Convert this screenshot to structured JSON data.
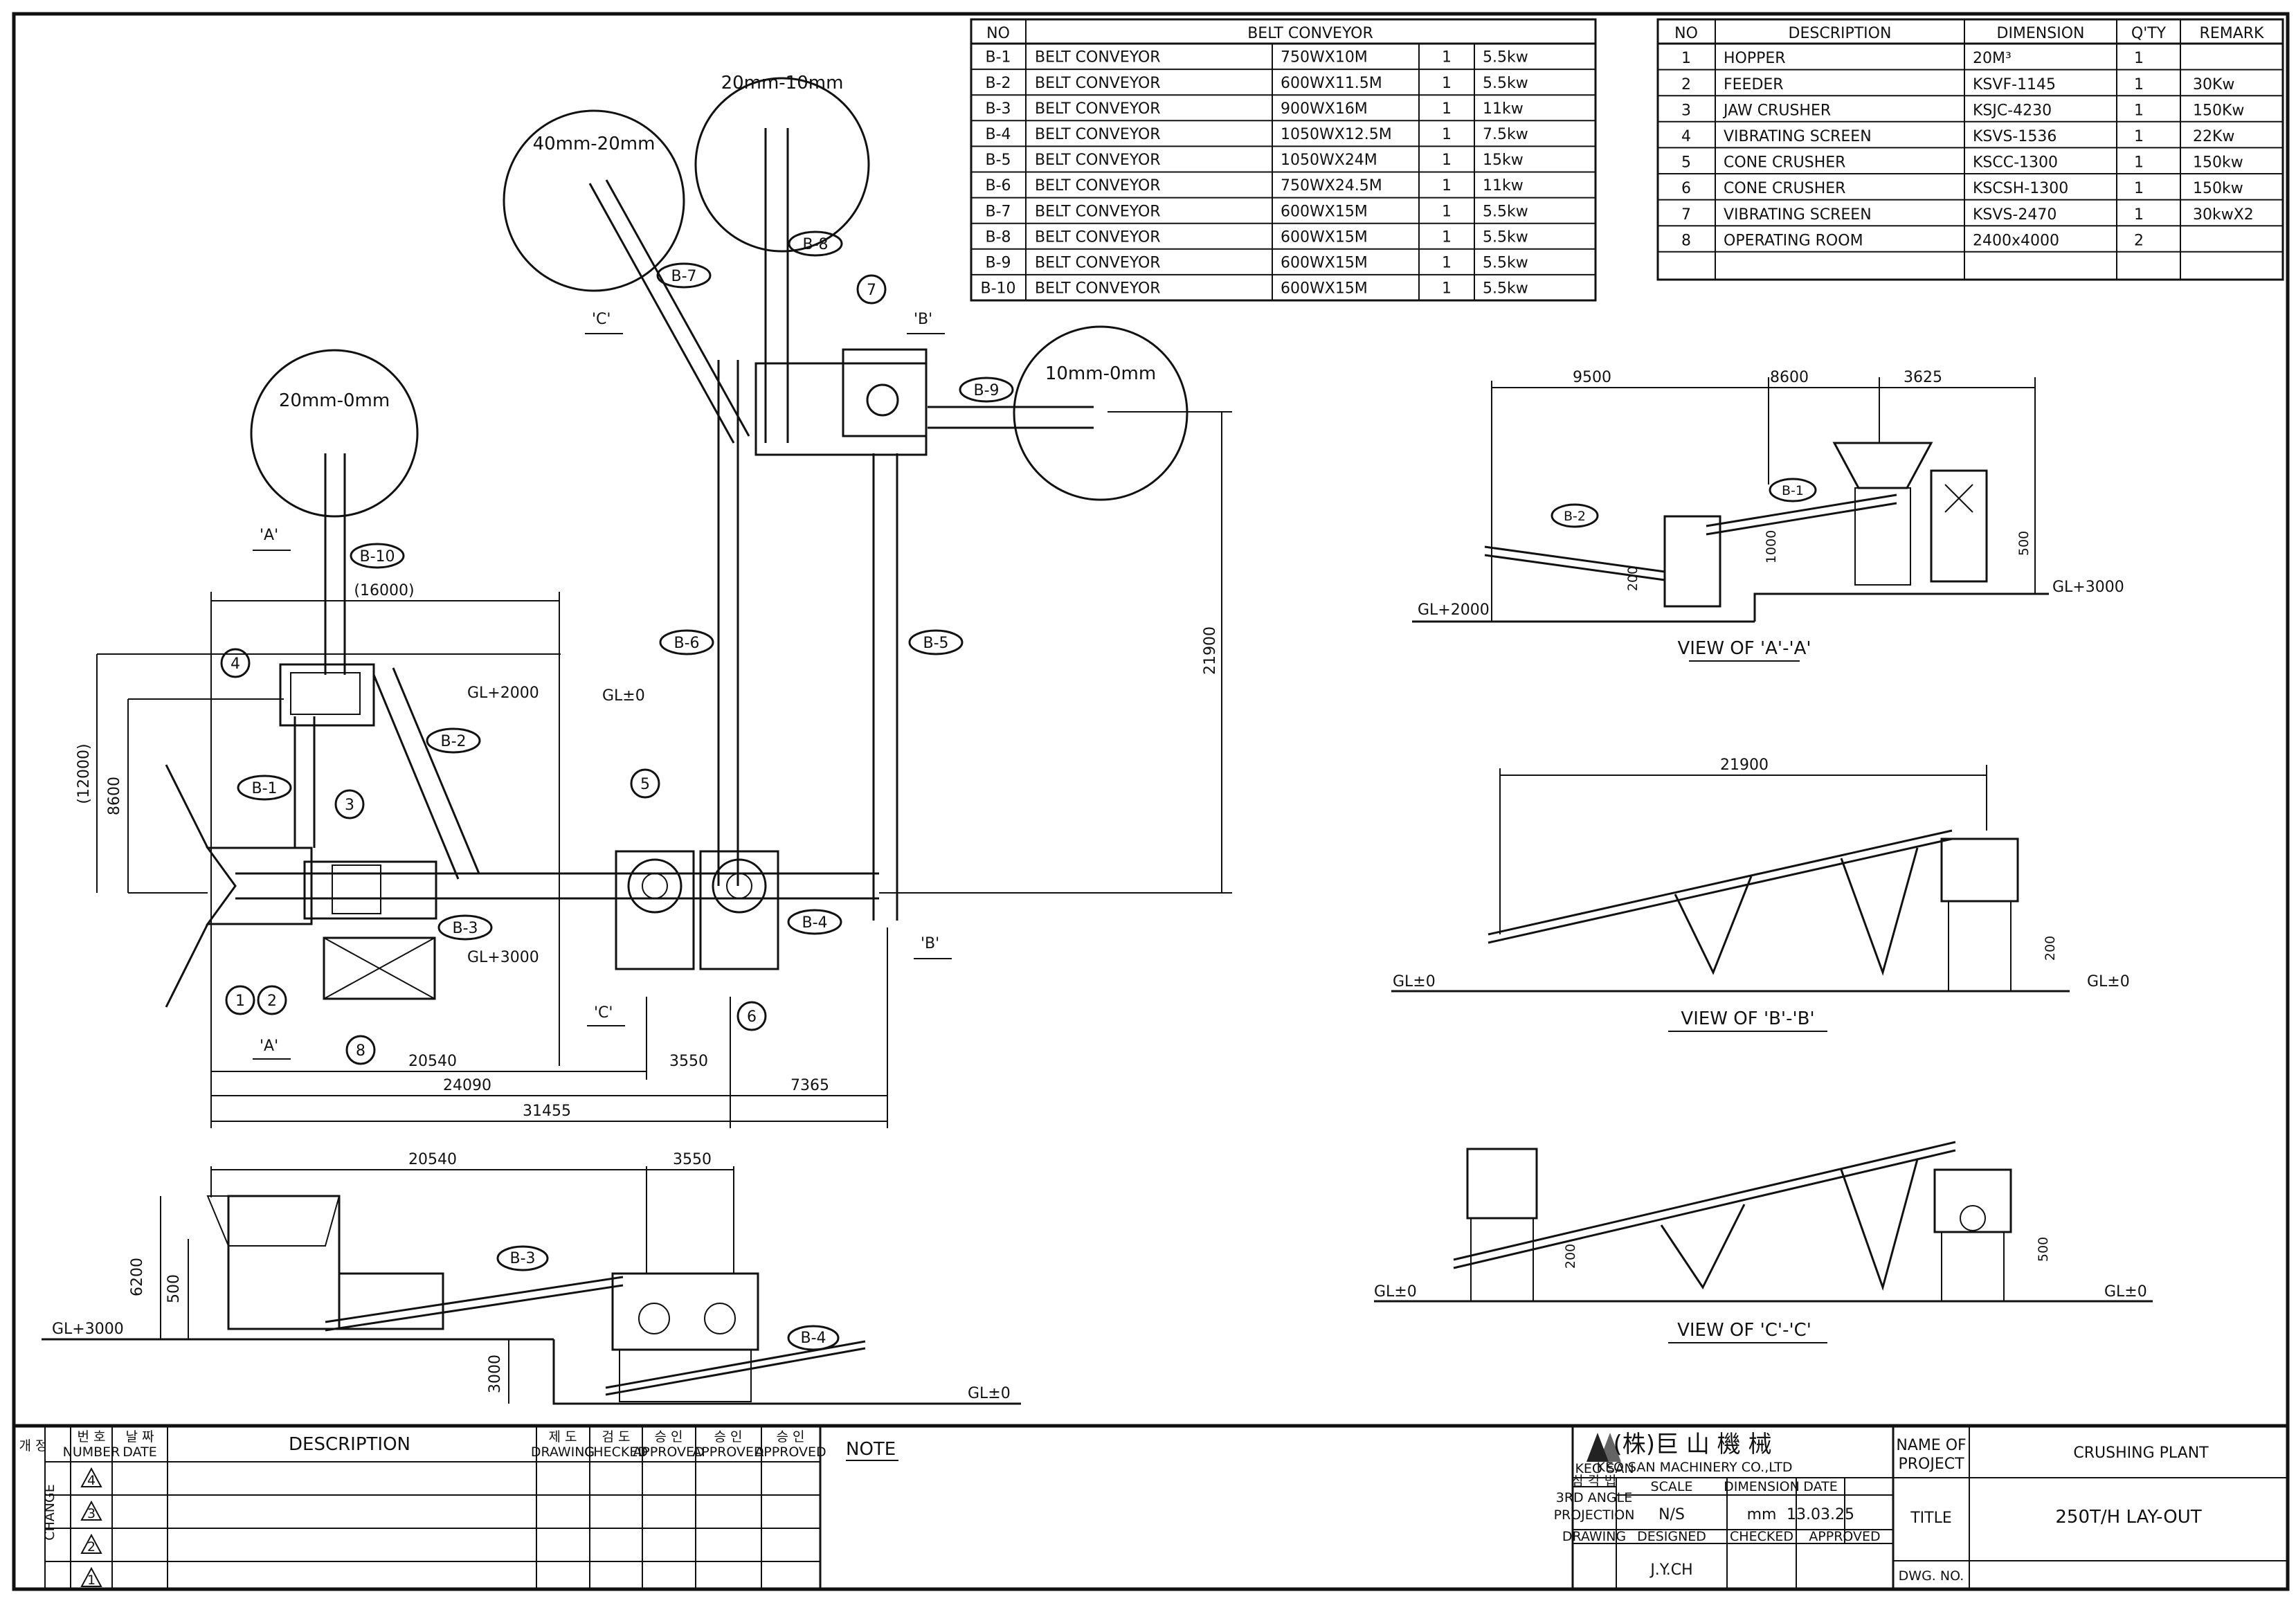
{
  "belt_table": {
    "header_no": "NO",
    "header_title": "BELT CONVEYOR",
    "rows": [
      {
        "no": "B-1",
        "desc": "BELT CONVEYOR",
        "size": "750WX10M",
        "qty": "1",
        "power": "5.5kw"
      },
      {
        "no": "B-2",
        "desc": "BELT CONVEYOR",
        "size": "600WX11.5M",
        "qty": "1",
        "power": "5.5kw"
      },
      {
        "no": "B-3",
        "desc": "BELT CONVEYOR",
        "size": "900WX16M",
        "qty": "1",
        "power": "11kw"
      },
      {
        "no": "B-4",
        "desc": "BELT CONVEYOR",
        "size": "1050WX12.5M",
        "qty": "1",
        "power": "7.5kw"
      },
      {
        "no": "B-5",
        "desc": "BELT CONVEYOR",
        "size": "1050WX24M",
        "qty": "1",
        "power": "15kw"
      },
      {
        "no": "B-6",
        "desc": "BELT CONVEYOR",
        "size": "750WX24.5M",
        "qty": "1",
        "power": "11kw"
      },
      {
        "no": "B-7",
        "desc": "BELT CONVEYOR",
        "size": "600WX15M",
        "qty": "1",
        "power": "5.5kw"
      },
      {
        "no": "B-8",
        "desc": "BELT CONVEYOR",
        "size": "600WX15M",
        "qty": "1",
        "power": "5.5kw"
      },
      {
        "no": "B-9",
        "desc": "BELT CONVEYOR",
        "size": "600WX15M",
        "qty": "1",
        "power": "5.5kw"
      },
      {
        "no": "B-10",
        "desc": "BELT CONVEYOR",
        "size": "600WX15M",
        "qty": "1",
        "power": "5.5kw"
      }
    ]
  },
  "equipment_table": {
    "headers": {
      "no": "NO",
      "desc": "DESCRIPTION",
      "dim": "DIMENSION",
      "qty": "Q'TY",
      "remark": "REMARK"
    },
    "rows": [
      {
        "no": "1",
        "desc": "HOPPER",
        "dim": "20M³",
        "qty": "1",
        "remark": ""
      },
      {
        "no": "2",
        "desc": "FEEDER",
        "dim": "KSVF-1145",
        "qty": "1",
        "remark": "30Kw"
      },
      {
        "no": "3",
        "desc": "JAW CRUSHER",
        "dim": "KSJC-4230",
        "qty": "1",
        "remark": "150Kw"
      },
      {
        "no": "4",
        "desc": "VIBRATING SCREEN",
        "dim": "KSVS-1536",
        "qty": "1",
        "remark": "22Kw"
      },
      {
        "no": "5",
        "desc": "CONE CRUSHER",
        "dim": "KSCC-1300",
        "qty": "1",
        "remark": "150kw"
      },
      {
        "no": "6",
        "desc": "CONE CRUSHER",
        "dim": "KSCSH-1300",
        "qty": "1",
        "remark": "150kw"
      },
      {
        "no": "7",
        "desc": "VIBRATING SCREEN",
        "dim": "KSVS-2470",
        "qty": "1",
        "remark": "30kwX2"
      },
      {
        "no": "8",
        "desc": "OPERATING ROOM",
        "dim": "2400x4000",
        "qty": "2",
        "remark": ""
      }
    ]
  },
  "plan": {
    "stockpiles": [
      "20mm-10mm",
      "40mm-20mm",
      "10mm-0mm",
      "20mm-0mm"
    ],
    "conveyor_tags": [
      "B-1",
      "B-2",
      "B-3",
      "B-4",
      "B-5",
      "B-6",
      "B-7",
      "B-8",
      "B-9",
      "B-10"
    ],
    "equipment_tags": [
      "1",
      "2",
      "3",
      "4",
      "5",
      "6",
      "7",
      "8"
    ],
    "section_marks": {
      "a1": "'A'",
      "a2": "'A'",
      "b1": "'B'",
      "b2": "'B'",
      "c1": "'C'",
      "c2": "'C'"
    },
    "levels": {
      "gl2000": "GL+2000",
      "gl0": "GL±0",
      "gl3000": "GL+3000"
    },
    "dims": {
      "d16000": "(16000)",
      "d12000": "(12000)",
      "d8600": "8600",
      "d21900": "21900",
      "d20540": "20540",
      "d3550": "3550",
      "d24090": "24090",
      "d7365": "7365",
      "d31455": "31455"
    }
  },
  "elevation": {
    "d20540": "20540",
    "d3550": "3550",
    "d6200": "6200",
    "d500": "500",
    "d3000": "3000",
    "gl3000": "GL+3000",
    "gl0": "GL±0",
    "tag_b3": "B-3",
    "tag_b4": "B-4"
  },
  "view_aa": {
    "title": "VIEW OF 'A'-'A'",
    "d9500": "9500",
    "d8600": "8600",
    "d3625": "3625",
    "d200": "200",
    "d1000": "1000",
    "d500": "500",
    "gl2000": "GL+2000",
    "gl3000": "GL+3000",
    "tag_b1": "B-1",
    "tag_b2": "B-2"
  },
  "view_bb": {
    "title": "VIEW OF 'B'-'B'",
    "d21900": "21900",
    "d200": "200",
    "gl0a": "GL±0",
    "gl0b": "GL±0"
  },
  "view_cc": {
    "title": "VIEW OF 'C'-'C'",
    "d200": "200",
    "d500": "500",
    "gl0a": "GL±0",
    "gl0b": "GL±0"
  },
  "revision_block": {
    "col_change_kr": "개 정",
    "col_change_en": "CHANGE",
    "col_number_kr": "번 호",
    "col_number_en": "NUMBER",
    "col_date_kr": "날 짜",
    "col_date_en": "DATE",
    "col_description": "DESCRIPTION",
    "col_drawing_kr": "제 도",
    "col_drawing_en": "DRAWING",
    "col_checked_kr": "검 도",
    "col_checked_en": "CHECKED",
    "col_appr1_kr": "승 인",
    "col_appr1_en": "APPROVED",
    "col_appr2_kr": "승 인",
    "col_appr2_en": "APPROVED",
    "col_appr3_kr": "승 인",
    "col_appr3_en": "APPROVED",
    "revisions": [
      "4",
      "3",
      "2",
      "1"
    ],
    "note": "NOTE"
  },
  "title_block": {
    "logo": "KEO SAN",
    "company_kr": "(株)巨 山 機 械",
    "company_en": "KEO SAN MACHINERY CO.,LTD",
    "proj_kr": "삼 각 법",
    "proj_en1": "3RD ANGLE",
    "proj_en2": "PROJECTION",
    "scale_label": "SCALE",
    "scale": "N/S",
    "dimension_label": "DIMENSION",
    "dimension": "mm",
    "date_label": "DATE",
    "date": "13.03.25",
    "drawing_label": "DRAWING",
    "designed_label": "DESIGNED",
    "checked_label": "CHECKED",
    "approved_label": "APPROVED",
    "designer": "J.Y.CH",
    "name_of_project_1": "NAME OF",
    "name_of_project_2": "PROJECT",
    "project": "CRUSHING PLANT",
    "title_label": "TITLE",
    "title": "250T/H LAY-OUT",
    "dwg_no_label": "DWG. NO.",
    "dwg_no": ""
  }
}
